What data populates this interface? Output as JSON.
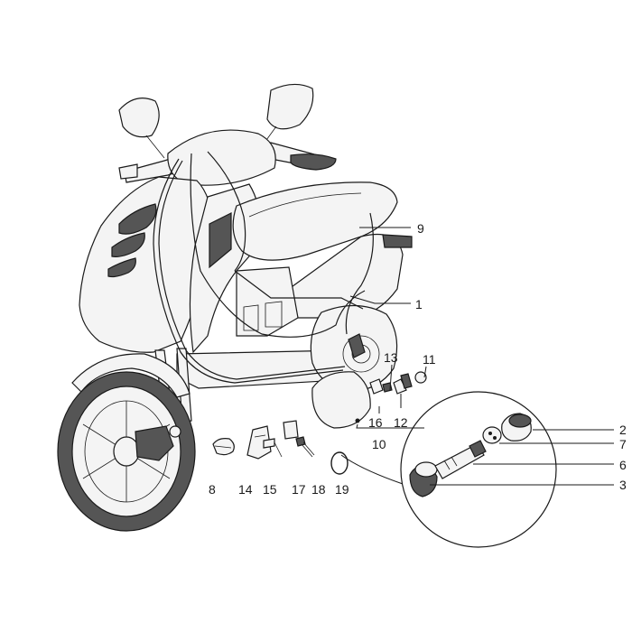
{
  "callouts": {
    "c1": "1",
    "c2": "2",
    "c3": "3",
    "c6": "6",
    "c7": "7",
    "c8": "8",
    "c9": "9",
    "c10": "10",
    "c11": "11",
    "c12": "12",
    "c13": "13",
    "c14": "14",
    "c15": "15",
    "c16": "16",
    "c17": "17",
    "c18": "18",
    "c19": "19"
  }
}
